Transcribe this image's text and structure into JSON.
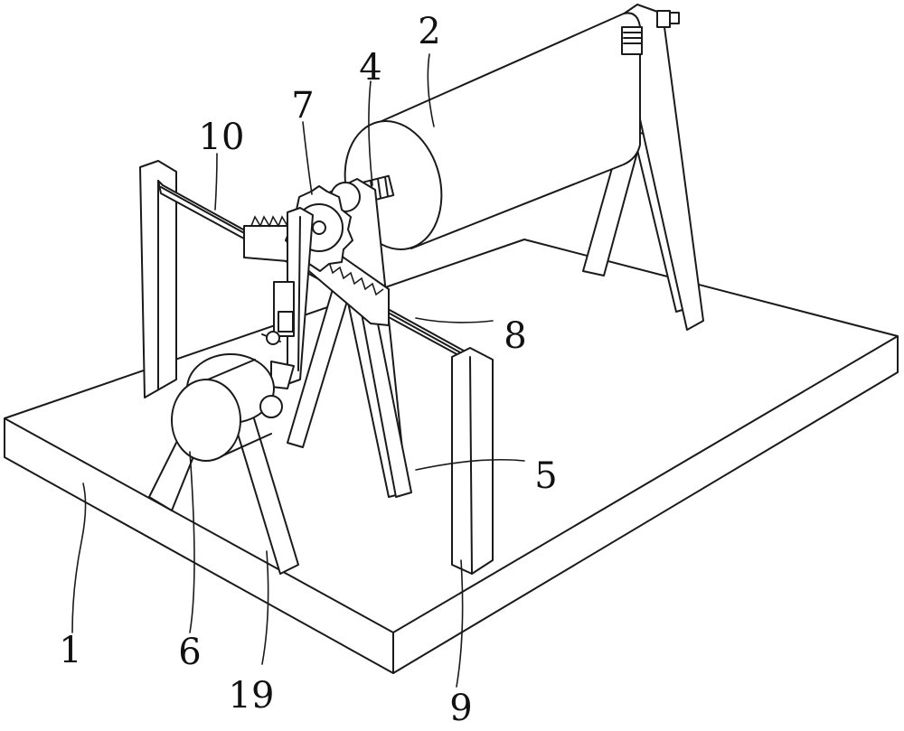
{
  "labels": {
    "1": "1",
    "2": "2",
    "4": "4",
    "5": "5",
    "6": "6",
    "7": "7",
    "8": "8",
    "9": "9",
    "10": "10",
    "19": "19"
  }
}
